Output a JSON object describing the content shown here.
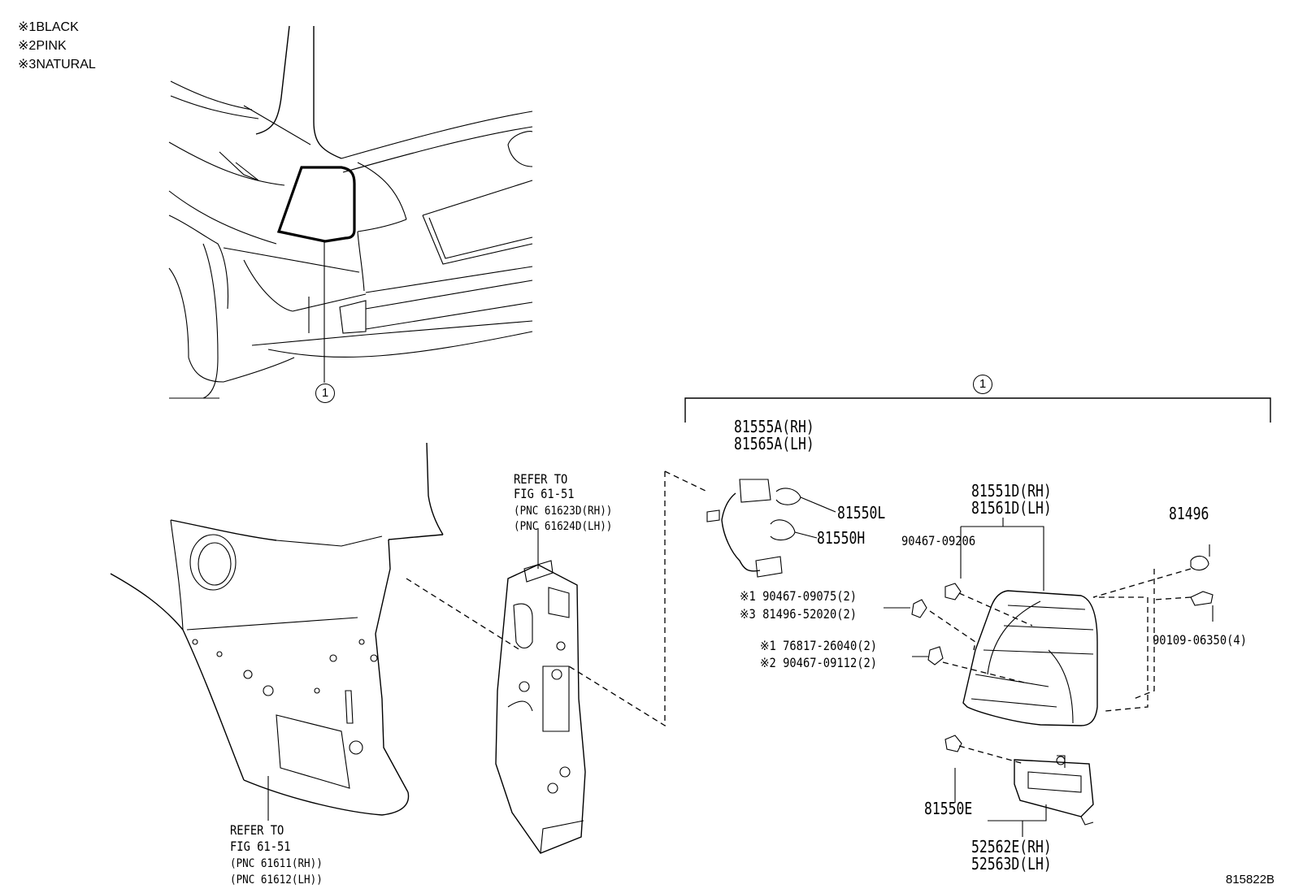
{
  "legend": [
    {
      "mark": "※1",
      "text": "BLACK"
    },
    {
      "mark": "※2",
      "text": "PINK"
    },
    {
      "mark": "※3",
      "text": "NATURAL"
    }
  ],
  "callouts": {
    "vehicle_ref": "1",
    "assembly_ref": "1"
  },
  "parts": {
    "socket_rh": "81555A(RH)",
    "socket_lh": "81565A(LH)",
    "bulb_l": "81550L",
    "bulb_h": "81550H",
    "lens_rh": "81551D(RH)",
    "lens_lh": "81561D(LH)",
    "screw_9206": "90467-09206",
    "clip_81496": "81496",
    "p1_90467_09075": "※1 90467-09075(2)",
    "p3_81496_52020": "※3 81496-52020(2)",
    "p1_76817_26040": "※1 76817-26040(2)",
    "p2_90467_09112": "※2 90467-09112(2)",
    "bolt_90109": "90109-06350(4)",
    "bulb_e": "81550E",
    "bracket_rh": "52562E(RH)",
    "bracket_lh": "52563D(LH)"
  },
  "refer_upper": {
    "line1": "REFER TO",
    "line2": "FIG 61-51",
    "line3": "(PNC 61623D(RH))",
    "line4": "(PNC 61624D(LH))"
  },
  "refer_lower": {
    "line1": "REFER TO",
    "line2": "FIG 61-51",
    "line3": "(PNC 61611(RH))",
    "line4": "(PNC 61612(LH))"
  },
  "figure_id": "815822B"
}
